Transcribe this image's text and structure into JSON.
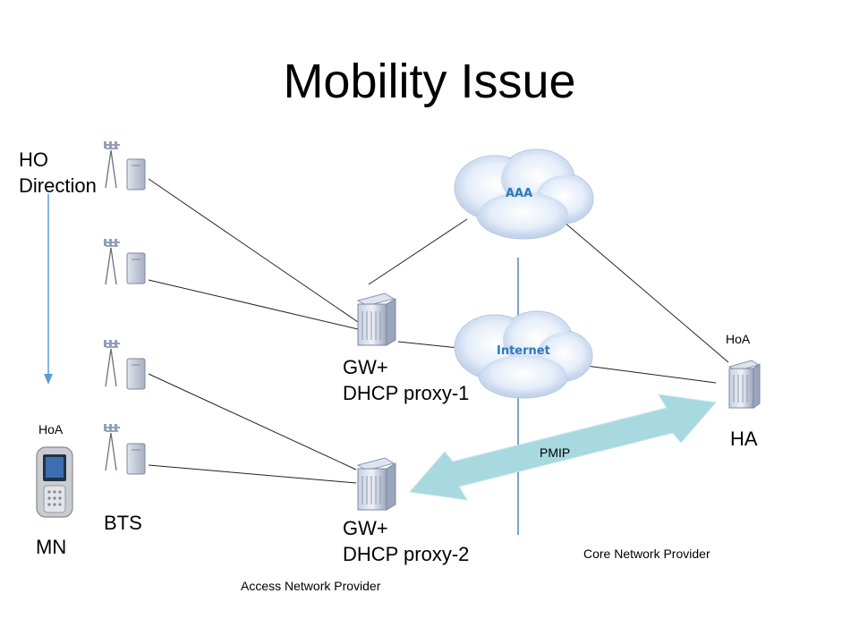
{
  "title": "Mobility Issue",
  "labels": {
    "ho_direction_line1": "HO",
    "ho_direction_line2": "Direction",
    "aaa": "AAA",
    "internet": "Internet",
    "gw1_line1": "GW+",
    "gw1_line2": "DHCP proxy-1",
    "gw2_line1": "GW+",
    "gw2_line2": "DHCP proxy-2",
    "hoa_ha": "HoA",
    "ha": "HA",
    "hoa_mn": "HoA",
    "mn": "MN",
    "bts": "BTS",
    "pmip": "PMIP",
    "core_network": "Core Network Provider",
    "access_network": "Access Network Provider"
  },
  "colors": {
    "cloud_fill": "#e2ecf8",
    "cloud_text": "#2e78b8",
    "pmip_arrow": "#a8d8e0",
    "ho_arrow": "#5b9bd5",
    "divider": "#4a86c8"
  }
}
